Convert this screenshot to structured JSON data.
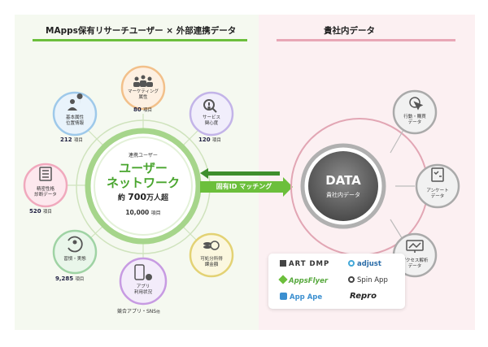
{
  "left_heading": "MApps保有リサーチユーザー × 外部連携データ",
  "right_heading": "貴社内データ",
  "center": {
    "caption": "連携ユーザー",
    "title_line1": "ユーザー",
    "title_line2": "ネットワーク",
    "size_prefix": "約",
    "size_value": "700",
    "size_suffix": "万人超",
    "items_value": "10,000",
    "items_unit": "項目"
  },
  "left_nodes": [
    {
      "key": "marketing",
      "label_lines": [
        "マーケティング",
        "属性"
      ],
      "count": "80",
      "icon": "people-chart-icon"
    },
    {
      "key": "service",
      "label_lines": [
        "サービス",
        "関心度"
      ],
      "count": "120",
      "icon": "magnifier-exclamation-icon"
    },
    {
      "key": "basic",
      "label_lines": [
        "基本属性",
        "位置情報"
      ],
      "count": "212",
      "icon": "person-map-pin-icon"
    },
    {
      "key": "psych",
      "label_lines": [
        "精密性格",
        "診断データ"
      ],
      "count": "520",
      "icon": "checklist-icon"
    },
    {
      "key": "habit",
      "label_lines": [
        "習慣・実態"
      ],
      "count": "9,285",
      "icon": "refresh-person-icon"
    },
    {
      "key": "apps",
      "label_lines": [
        "アプリ",
        "利用状況"
      ],
      "count": "",
      "icon": "smartphone-facebook-icon"
    },
    {
      "key": "income",
      "label_lines": [
        "可処分所得",
        "課金額"
      ],
      "count": "",
      "icon": "coins-yen-icon"
    }
  ],
  "count_unit": "項目",
  "apps_footer": "競合アプリ・SNS",
  "apps_footer_small": "他",
  "arrow_label": "固有ID マッチング",
  "data_hub": {
    "title": "DATA",
    "subtitle": "貴社内データ"
  },
  "right_nodes": [
    {
      "key": "behavior",
      "label_lines": [
        "行動・購買",
        "データ"
      ],
      "icon": "cursor-click-icon"
    },
    {
      "key": "survey",
      "label_lines": [
        "アンケート",
        "データ"
      ],
      "icon": "clipboard-checklist-icon"
    },
    {
      "key": "access",
      "label_lines": [
        "アクセス解析",
        "データ"
      ],
      "icon": "monitor-chart-icon"
    }
  ],
  "partners": [
    "ART DMP",
    "adjust",
    "AppsFlyer",
    "Spin App",
    "App Ape",
    "Repro"
  ],
  "colors": {
    "green": "#6cbf3c",
    "dark_green": "#3e8f2d",
    "pink": "#d99aaa",
    "grey": "#555555",
    "ring_grey": "#9a9a9a"
  }
}
